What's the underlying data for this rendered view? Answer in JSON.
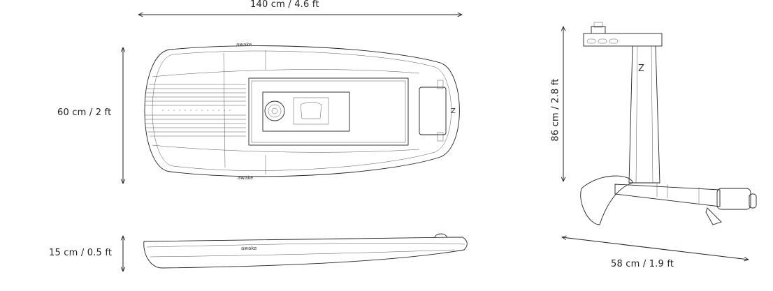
{
  "dimensions": {
    "board_length": "140 cm / 4.6 ft",
    "board_width": "60 cm / 2 ft",
    "board_thickness": "15 cm / 0.5 ft",
    "foil_height": "86 cm / 2.8 ft",
    "foil_length": "58 cm / 1.9 ft"
  },
  "brand_mark": "awake"
}
